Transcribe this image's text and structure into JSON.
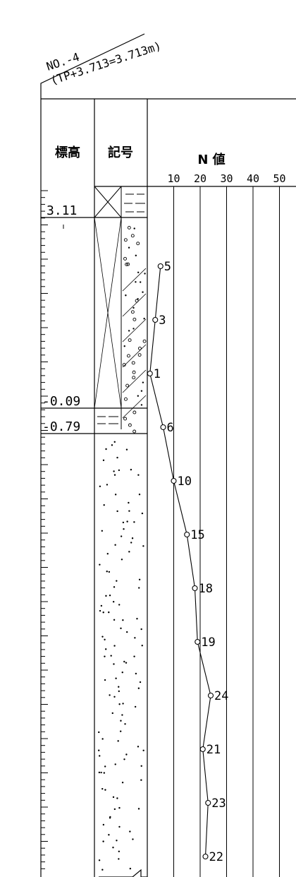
{
  "borehole": {
    "number": "NO.-4",
    "elevation_note": "(TP+3.713=3.713m)"
  },
  "header": {
    "elevation_title": "標高",
    "symbol_title": "記号",
    "n_value_title": "N 値"
  },
  "layers": [
    {
      "top_elevation": 3.713,
      "bottom_elevation": 3.11,
      "bottom_label": "3.11",
      "pattern": "clay"
    },
    {
      "top_elevation": 3.11,
      "bottom_elevation": -0.09,
      "bottom_label": "-0.09",
      "pattern": "gravelly-sand-hatched"
    },
    {
      "top_elevation": -0.09,
      "bottom_elevation": -0.79,
      "bottom_label": "-0.79",
      "pattern": "clay-gravel"
    },
    {
      "top_elevation": -0.79,
      "bottom_elevation": null,
      "bottom_label": "",
      "pattern": "sand"
    }
  ],
  "chart_data": {
    "type": "line",
    "x_axis": {
      "label": "N 値",
      "ticks": [
        10,
        20,
        30,
        40,
        50
      ],
      "range": [
        0,
        50
      ]
    },
    "points": [
      {
        "n": 5,
        "label": "5"
      },
      {
        "n": 3,
        "label": "3"
      },
      {
        "n": 1,
        "label": "1"
      },
      {
        "n": 6,
        "label": "6"
      },
      {
        "n": 10,
        "label": "10"
      },
      {
        "n": 15,
        "label": "15"
      },
      {
        "n": 18,
        "label": "18"
      },
      {
        "n": 19,
        "label": "19"
      },
      {
        "n": 24,
        "label": "24"
      },
      {
        "n": 21,
        "label": "21"
      },
      {
        "n": 23,
        "label": "23"
      },
      {
        "n": 22,
        "label": "22"
      }
    ]
  }
}
